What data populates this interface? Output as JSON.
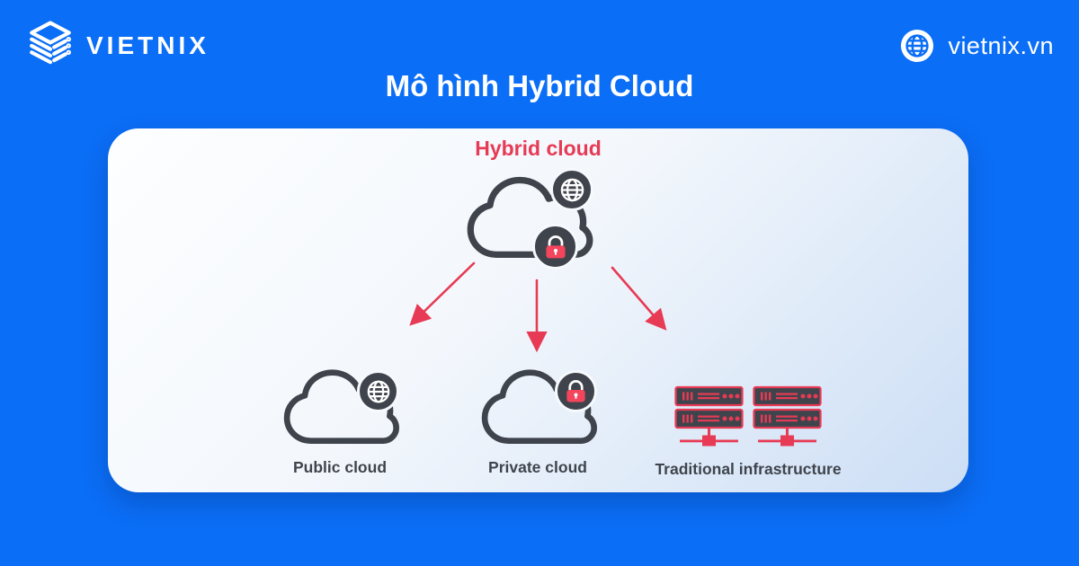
{
  "header": {
    "brand": "VIETNIX",
    "brand_icon": "vietnix-stack-logo-icon",
    "site": "vietnix.vn",
    "site_icon": "globe-icon"
  },
  "title": "Mô hình Hybrid Cloud",
  "diagram": {
    "root_label": "Hybrid cloud",
    "root_icons": [
      "cloud-icon",
      "globe-badge-icon",
      "lock-badge-icon"
    ],
    "nodes": [
      {
        "label": "Public cloud",
        "icon": "cloud-globe-icon"
      },
      {
        "label": "Private cloud",
        "icon": "cloud-lock-icon"
      },
      {
        "label": "Traditional infrastructure",
        "icon": "server-rack-icon"
      }
    ]
  },
  "colors": {
    "background-blue": "#0b6ef6",
    "accent-red": "#e73a54",
    "lock-red": "#f3455c",
    "dark": "#3f444c",
    "card-from": "#fdfeff",
    "card-to": "#ccdef5"
  }
}
